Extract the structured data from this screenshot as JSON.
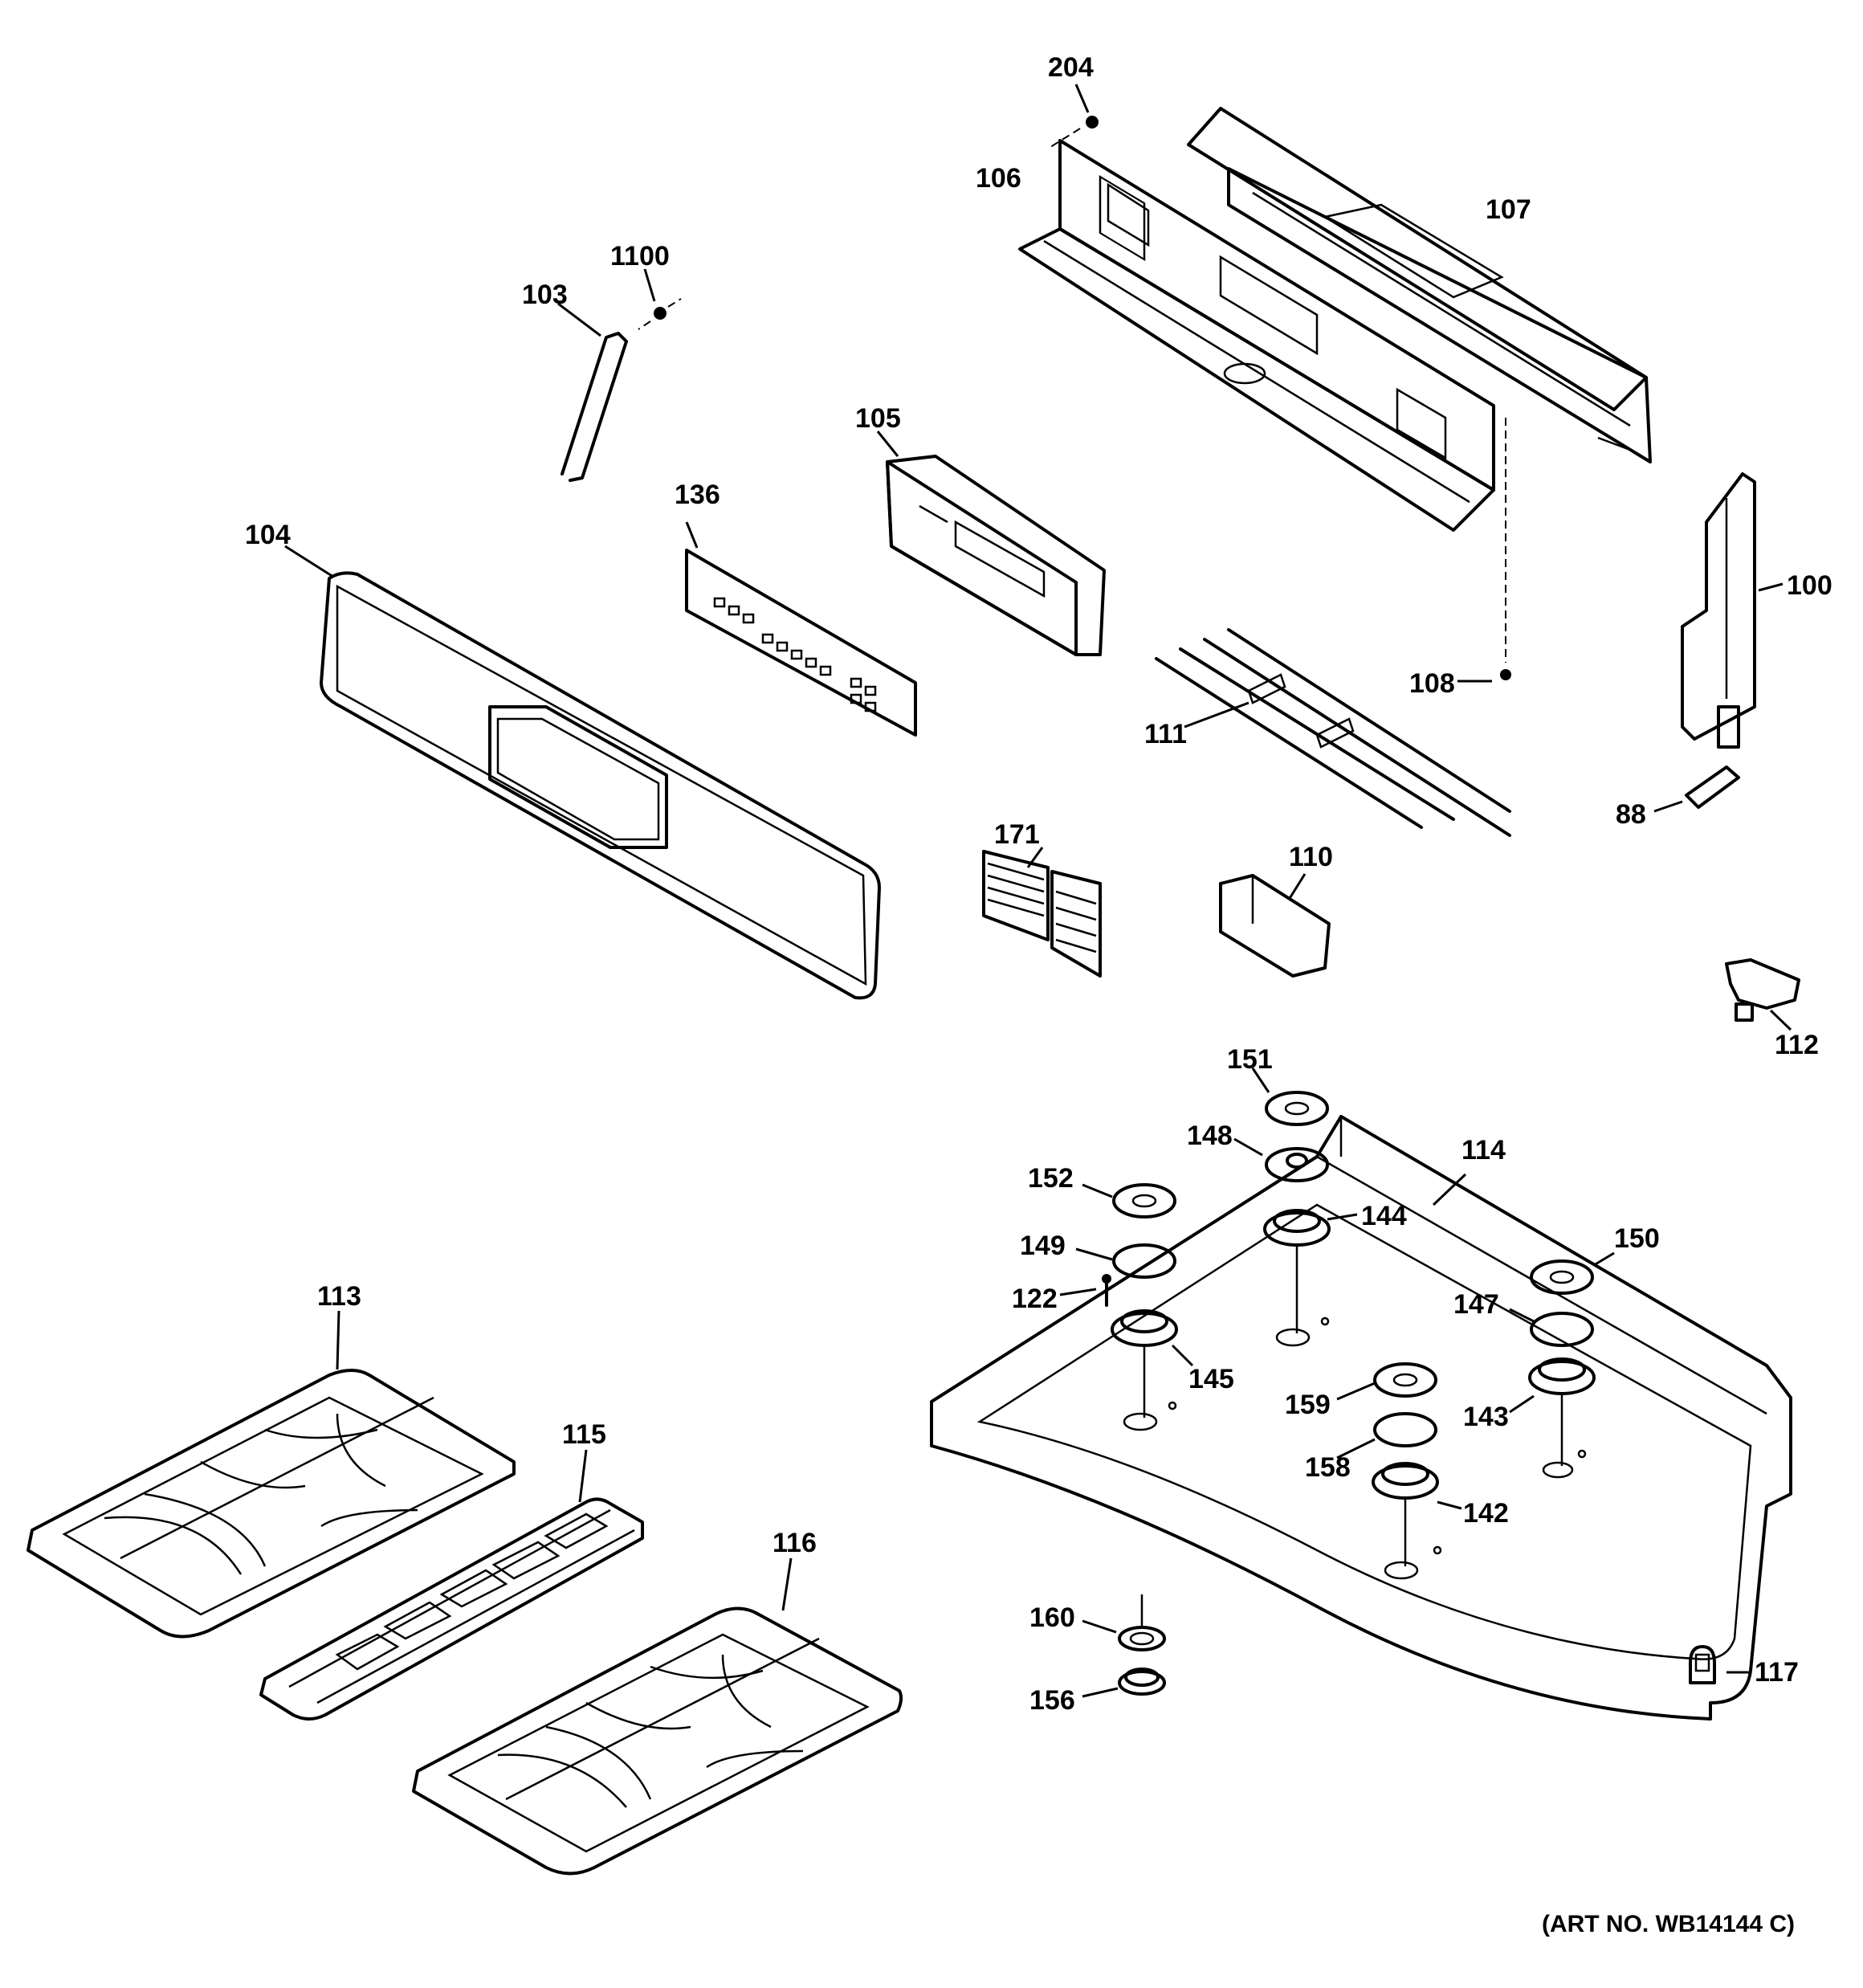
{
  "labels": {
    "p204": "204",
    "p106": "106",
    "p107": "107",
    "p1100": "1100",
    "p103": "103",
    "p105": "105",
    "p136": "136",
    "p104": "104",
    "p100": "100",
    "p108": "108",
    "p111": "111",
    "p88": "88",
    "p171": "171",
    "p110": "110",
    "p112": "112",
    "p151": "151",
    "p148": "148",
    "p114": "114",
    "p152": "152",
    "p144": "144",
    "p149": "149",
    "p150": "150",
    "p122": "122",
    "p147": "147",
    "p113": "113",
    "p145": "145",
    "p159": "159",
    "p143": "143",
    "p115": "115",
    "p158": "158",
    "p142": "142",
    "p116": "116",
    "p160": "160",
    "p117": "117",
    "p156": "156"
  },
  "art_number": "(ART NO. WB14144 C)"
}
